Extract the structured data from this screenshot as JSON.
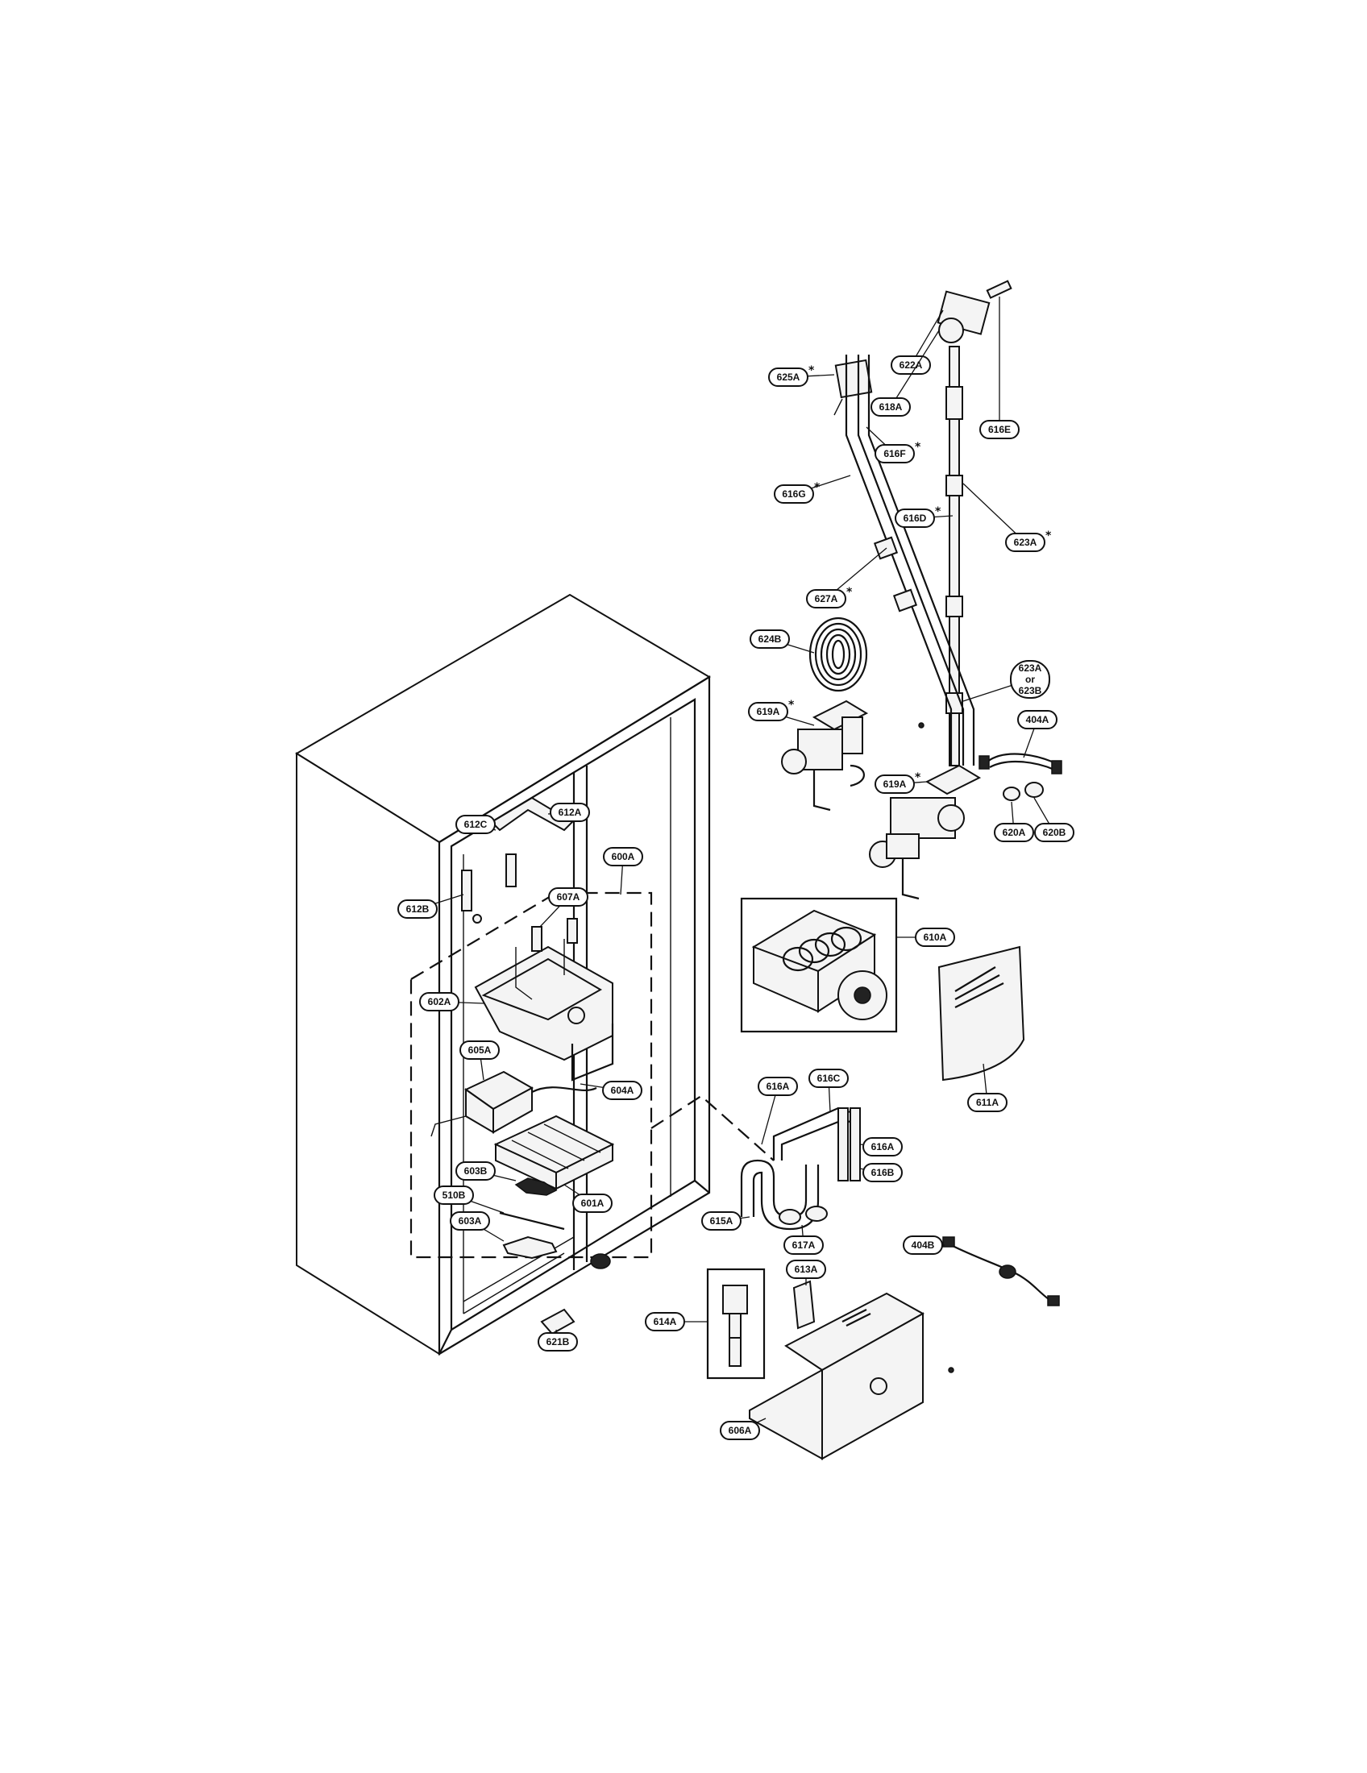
{
  "diagram": {
    "callouts": [
      {
        "label": "625A",
        "star": true
      },
      {
        "label": "622A",
        "star": false
      },
      {
        "label": "618A",
        "star": false
      },
      {
        "label": "616E",
        "star": false
      },
      {
        "label": "616F",
        "star": true
      },
      {
        "label": "616G",
        "star": true
      },
      {
        "label": "616D",
        "star": true
      },
      {
        "label": "623A",
        "star": true
      },
      {
        "label": "627A",
        "star": true
      },
      {
        "label": "624B",
        "star": false
      },
      {
        "label": "623A\nor\n623B",
        "star": false
      },
      {
        "label": "619A",
        "star": true
      },
      {
        "label": "404A",
        "star": false
      },
      {
        "label": "619A",
        "star": true
      },
      {
        "label": "620A",
        "star": false
      },
      {
        "label": "620B",
        "star": false
      },
      {
        "label": "612A",
        "star": false
      },
      {
        "label": "612C",
        "star": false
      },
      {
        "label": "612B",
        "star": false
      },
      {
        "label": "600A",
        "star": false
      },
      {
        "label": "607A",
        "star": false
      },
      {
        "label": "602A",
        "star": false
      },
      {
        "label": "610A",
        "star": false
      },
      {
        "label": "611A",
        "star": false
      },
      {
        "label": "605A",
        "star": false
      },
      {
        "label": "604A",
        "star": false
      },
      {
        "label": "616A",
        "star": false
      },
      {
        "label": "616C",
        "star": false
      },
      {
        "label": "616A",
        "star": false
      },
      {
        "label": "616B",
        "star": false
      },
      {
        "label": "603B",
        "star": false
      },
      {
        "label": "510B",
        "star": false
      },
      {
        "label": "601A",
        "star": false
      },
      {
        "label": "603A",
        "star": false
      },
      {
        "label": "615A",
        "star": false
      },
      {
        "label": "617A",
        "star": false
      },
      {
        "label": "404B",
        "star": false
      },
      {
        "label": "613A",
        "star": false
      },
      {
        "label": "614A",
        "star": false
      },
      {
        "label": "621B",
        "star": false
      },
      {
        "label": "606A",
        "star": false
      }
    ]
  }
}
